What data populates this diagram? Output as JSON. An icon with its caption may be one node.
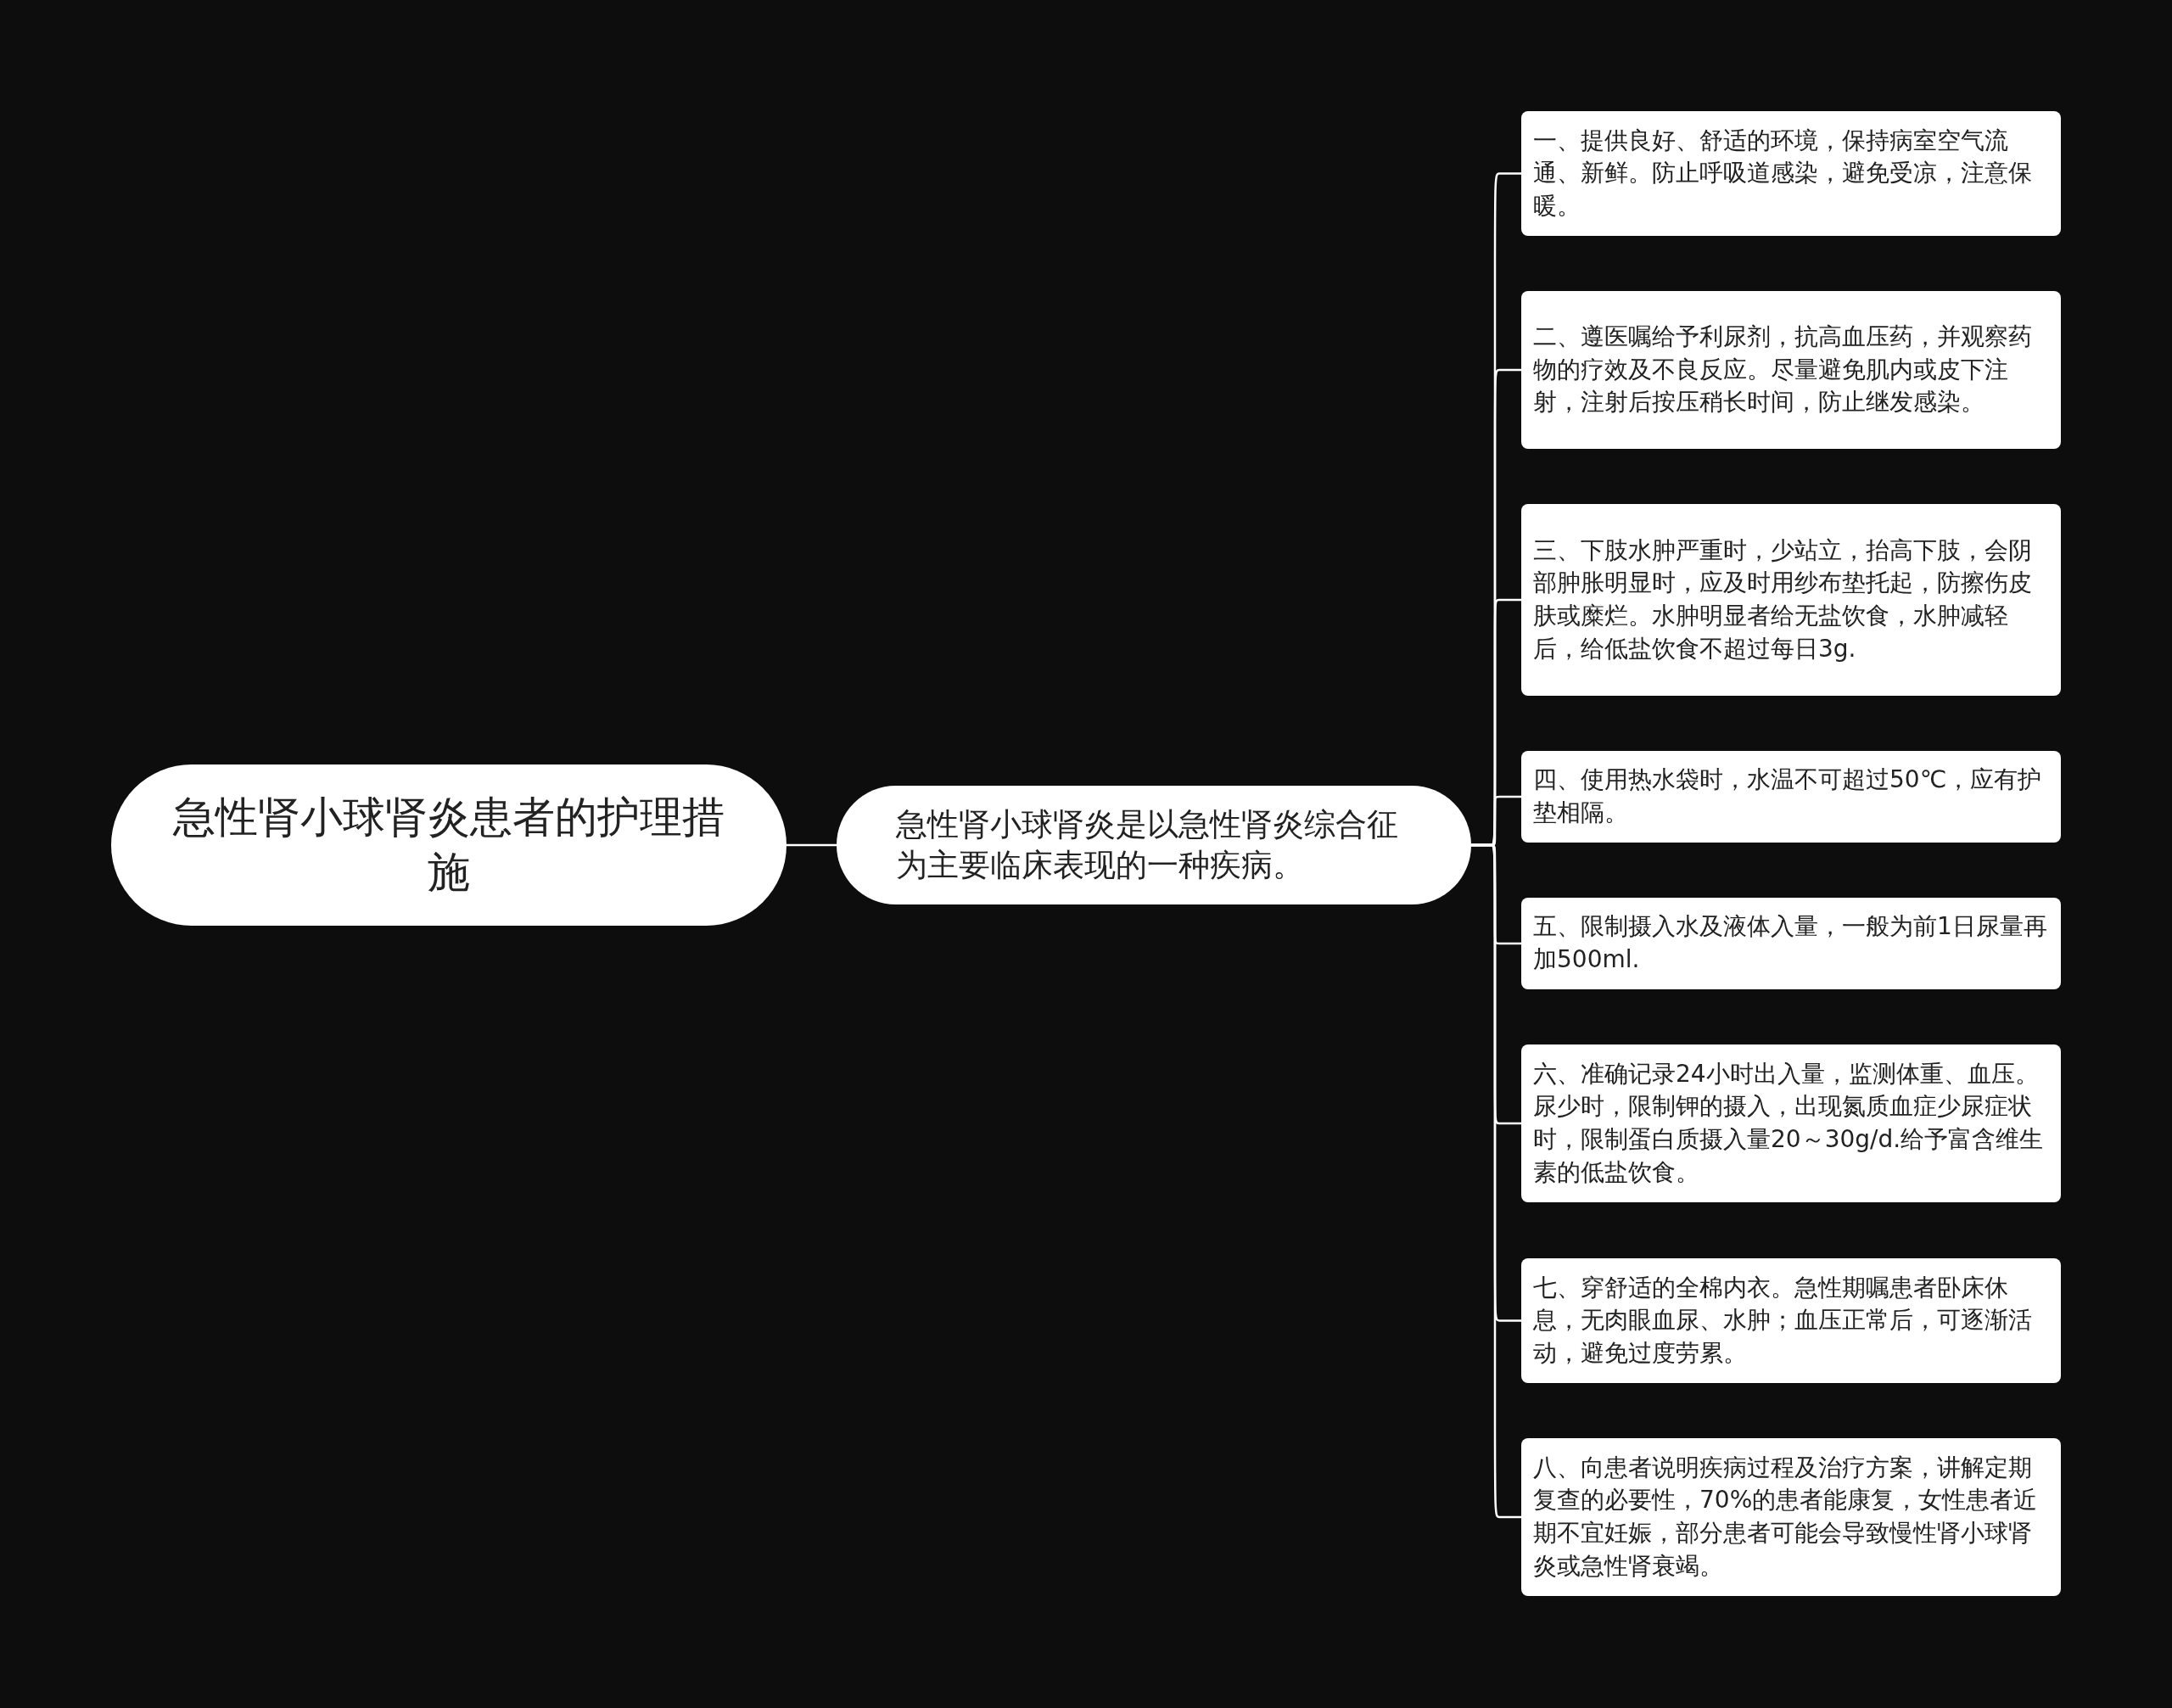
{
  "diagram": {
    "nodes": [
      {
        "text": [
          "急性肾小球肾炎患者的护理措施"
        ]
      },
      {
        "text": [
          "急性肾小球肾炎是以急性肾炎综合征为主要临床表现的一种疾病。"
        ]
      },
      {
        "text": [
          "一、提供良好、舒适的环境，保持病室空气流通、新鲜。防止呼吸道感染，避免受凉，注意保暖。"
        ]
      },
      {
        "text": [
          "二、遵医嘱给予利尿剂，抗高血压药，并观察药物的疗效及不良反应。尽量避免肌内或皮下注射，注射后按压稍长时间，防止继发感染。"
        ]
      },
      {
        "text": [
          "三、下肢水肿严重时，少站立，抬高下肢，会阴部肿胀明显时，应及时用纱布垫托起，防擦伤皮肤或糜烂。水肿明显者给无盐饮食，水肿减轻后，给低盐饮食不超过每日3g."
        ]
      },
      {
        "text": [
          "四、使用热水袋时，水温不可超过50℃，应有护垫相隔。"
        ]
      },
      {
        "text": [
          "五、限制摄入水及液体入量，一般为前1日尿量再加500ml."
        ]
      },
      {
        "text": [
          "六、准确记录24小时出入量，监测体重、血压。尿少时，限制钾的摄入，出现氮质血症少尿症状时，限制蛋白质摄入量20～30g/d.给予富含维生素的低盐饮食。"
        ]
      },
      {
        "text": [
          "七、穿舒适的全棉内衣。急性期嘱患者卧床休息，无肉眼血尿、水肿；血压正常后，可逐渐活动，避免过度劳累。"
        ]
      },
      {
        "text": [
          "八、向患者说明疾病过程及治疗方案，讲解定期复查的必要性，70%的患者能康复，女性患者近期不宜妊娠，部分患者可能会导致慢性肾小球肾炎或急性肾衰竭。"
        ]
      }
    ],
    "edges": [
      {
        "from": 0,
        "to": 1,
        "arrow": "none"
      },
      {
        "from": 1,
        "to": 2,
        "arrow": "none"
      },
      {
        "from": 1,
        "to": 3,
        "arrow": "none"
      },
      {
        "from": 1,
        "to": 4,
        "arrow": "none"
      },
      {
        "from": 1,
        "to": 5,
        "arrow": "none"
      },
      {
        "from": 1,
        "to": 6,
        "arrow": "none"
      },
      {
        "from": 1,
        "to": 7,
        "arrow": "none"
      },
      {
        "from": 1,
        "to": 8,
        "arrow": "none"
      },
      {
        "from": 1,
        "to": 9,
        "arrow": "none"
      }
    ]
  }
}
